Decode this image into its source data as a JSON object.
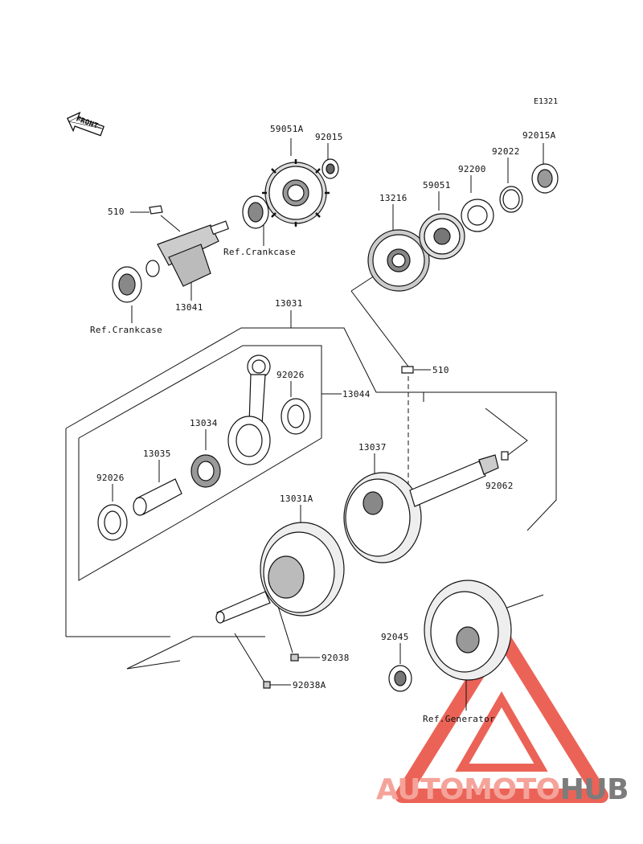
{
  "diagram_code": "E1321",
  "front_label": "FRONT",
  "parts": {
    "p59051A": "59051A",
    "p92015": "92015",
    "p92015A": "92015A",
    "p92022": "92022",
    "p92200": "92200",
    "p59051": "59051",
    "p13216": "13216",
    "p510_top": "510",
    "ref_crankcase_1": "Ref.Crankcase",
    "p13041": "13041",
    "ref_crankcase_2": "Ref.Crankcase",
    "p13031": "13031",
    "p92026_a": "92026",
    "p13044": "13044",
    "p510_mid": "510",
    "p13034": "13034",
    "p13035": "13035",
    "p92026_b": "92026",
    "p13037": "13037",
    "p92062": "92062",
    "p13031A": "13031A",
    "p92045": "92045",
    "p92038": "92038",
    "p92038A": "92038A",
    "ref_generator": "Ref.Generator"
  },
  "watermark": {
    "part1": "AUTOMOTO",
    "part2": "HUB",
    "color1": "#f5a39a",
    "color2": "#7c7c7c",
    "triangle_color": "#e8483a"
  }
}
